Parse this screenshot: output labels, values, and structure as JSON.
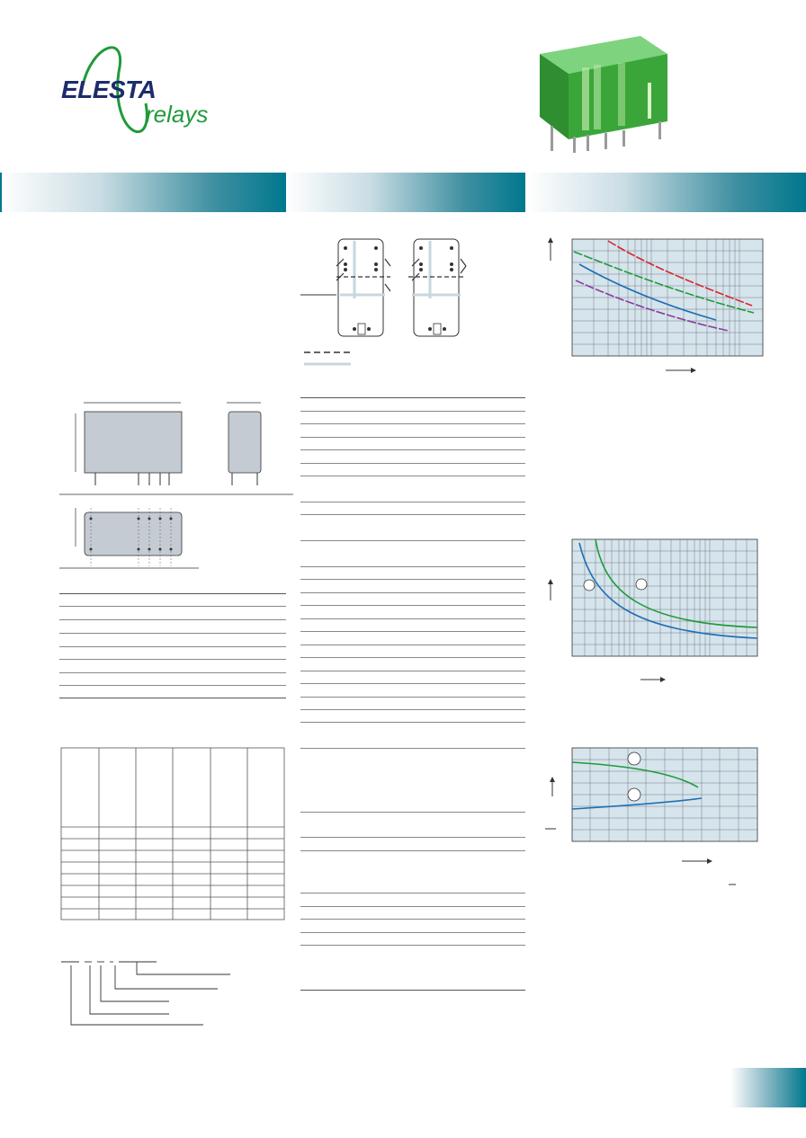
{
  "brand": {
    "name": "ELESTA",
    "sub": "relays",
    "colors": {
      "name": "#1d2d6b",
      "sub": "#1f9a3a",
      "swoosh": "#1f9a3a",
      "accent": "#00788e"
    }
  },
  "product_photo": {
    "body_color": "#3aa63a",
    "pin_color": "#9a9a9a"
  },
  "contact_diagram": {
    "legend_dashed": "dashed",
    "legend_solid_color": "#c6d7de"
  },
  "charts": [
    {
      "series_colors": [
        "#d9262a",
        "#1f9a3a",
        "#1f6fb5",
        "#8a3d9c"
      ],
      "grid": "log"
    },
    {
      "series_colors": [
        "#1f9a3a",
        "#1f6fb5"
      ],
      "grid": "log"
    },
    {
      "series_colors": [
        "#1f9a3a",
        "#1f6fb5"
      ],
      "grid": "linear"
    }
  ]
}
